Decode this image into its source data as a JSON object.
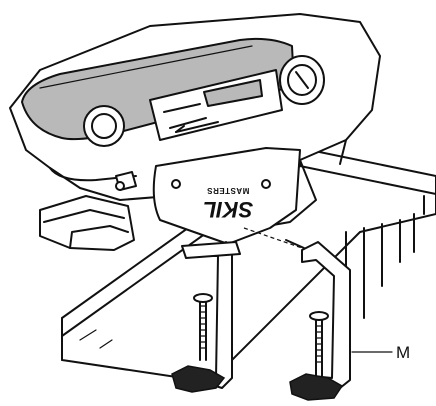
{
  "figure": {
    "callouts": [
      {
        "id": "M",
        "text": "M"
      }
    ],
    "brand": {
      "logo": "SKIL",
      "subline": "MASTERS"
    }
  }
}
